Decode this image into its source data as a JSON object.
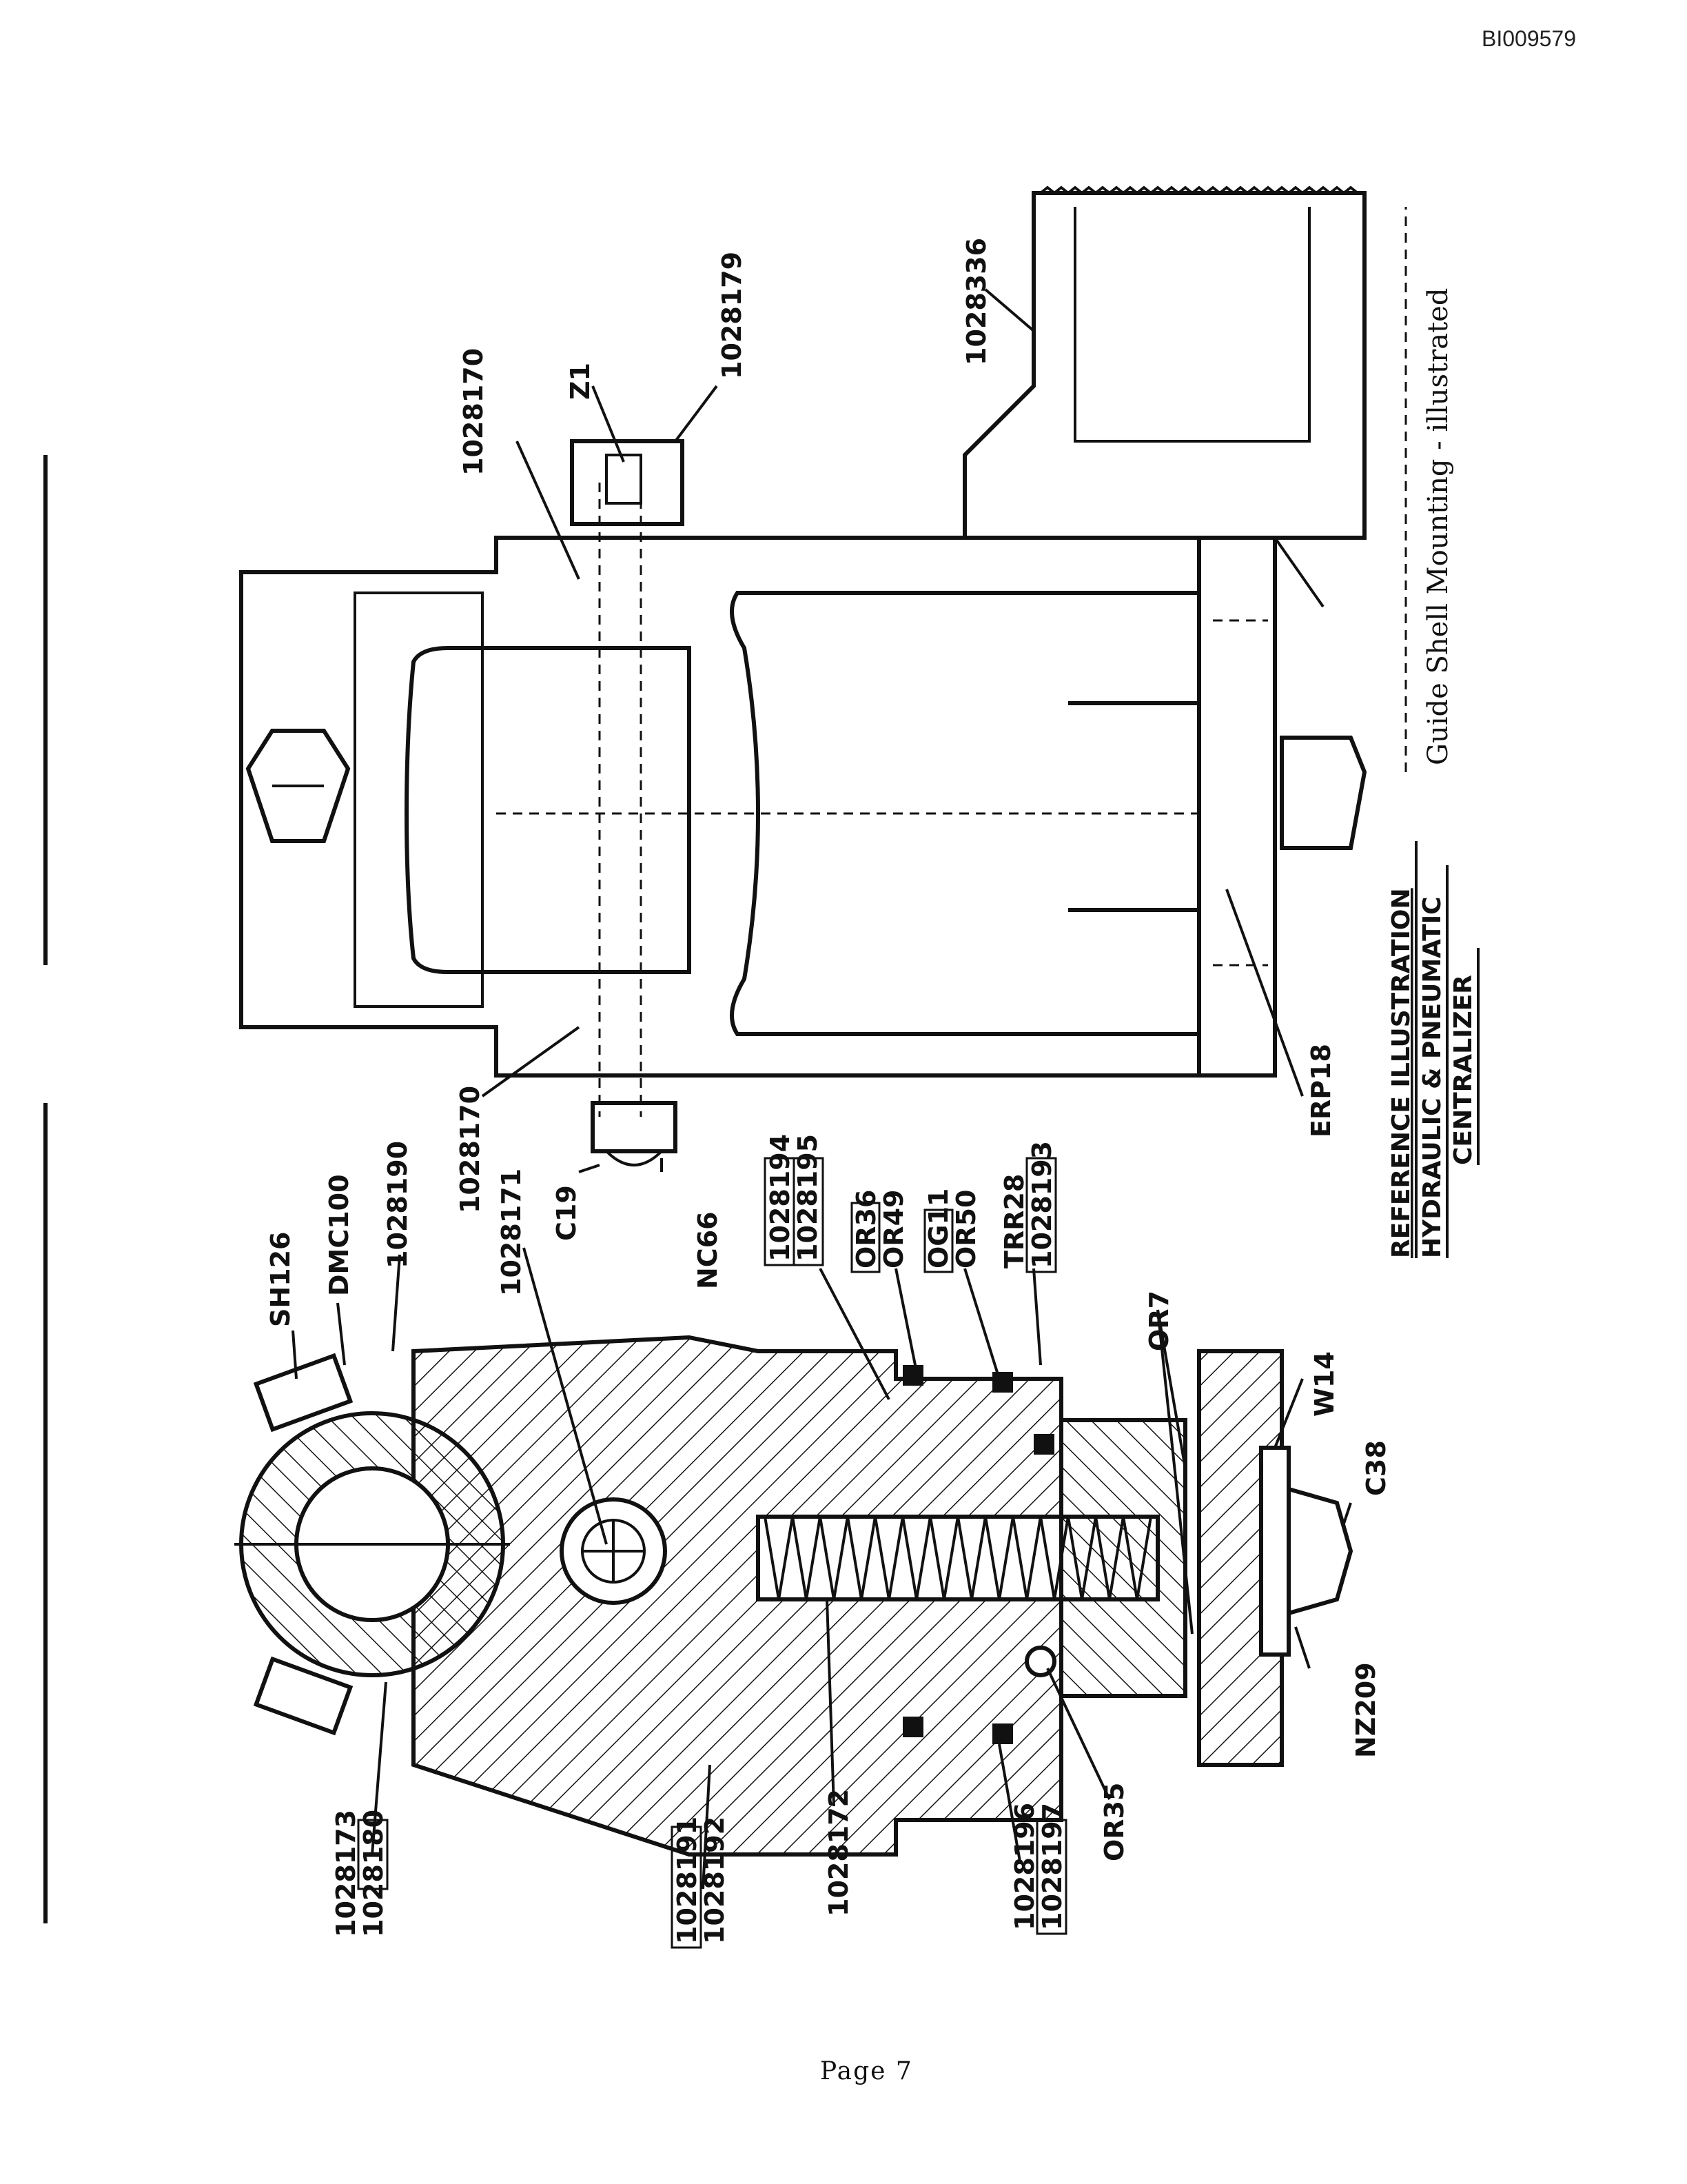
{
  "header": {
    "doc_id": "BI009579"
  },
  "footer": {
    "page": "Page 7"
  },
  "captions": {
    "reference": "REFERENCE ILLUSTRATION",
    "title_line1": "HYDRAULIC & PNEUMATIC",
    "title_line2": "CENTRALIZER",
    "mounting": "Guide Shell Mounting - illustrated"
  },
  "part_labels": {
    "sh126": "SH126",
    "dmc100": "DMC100",
    "p1028190": "1028190",
    "p1028171": "1028171",
    "c19": "C19",
    "nc66": "NC66",
    "p1028194": "1028194",
    "p1028195": "1028195",
    "or36": "OR36",
    "or49": "OR49",
    "og11": "OG11",
    "or50": "OR50",
    "trr28": "TRR28",
    "p1028193": "1028193",
    "or7": "OR7",
    "w14": "W14",
    "c38": "C38",
    "nz209": "NZ209",
    "or35": "OR35",
    "p1028196": "1028196",
    "p1028197": "1028197",
    "p1028172": "1028172",
    "p1028191": "1028191",
    "p1028192": "1028192",
    "p1028173": "1028173",
    "p1028180": "1028180",
    "p1028170_top": "1028170",
    "p1028170_bottom": "1028170",
    "z1": "Z1",
    "p1028179": "1028179",
    "p1028336": "1028336",
    "erp18": "ERP18"
  }
}
